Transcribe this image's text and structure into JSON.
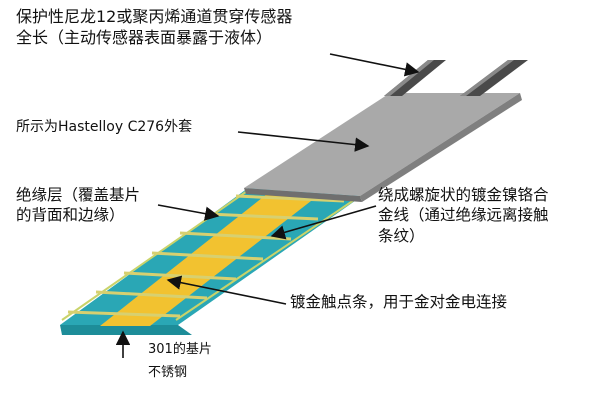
{
  "labels": {
    "channel": [
      "保护性尼龙12或聚丙烯通道贯穿传感器",
      "全长（主动传感器表面暴露于液体）"
    ],
    "jacket": "所示为Hastelloy C276外套",
    "insulation": [
      "绝缘层（覆盖基片",
      "的背面和边缘）"
    ],
    "wire": [
      "绕成螺旋状的镀金镍铬合",
      "金线（通过绝缘远离接触",
      "条纹）"
    ],
    "contact": "镀金触点条，用于金对金电连接",
    "substrate": [
      "301的基片",
      "不锈钢"
    ]
  },
  "colors": {
    "jacket": "#a9a9a9",
    "jacket_shadow": "#7f7f7f",
    "channel_dark": "#4a4a4a",
    "insulation": "#2aa7b5",
    "gold": "#f2c230",
    "wire": "#d7d070",
    "arrow": "#111111"
  }
}
